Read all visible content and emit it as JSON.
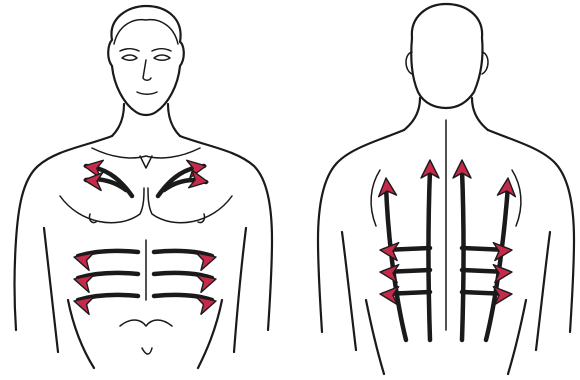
{
  "diagram": {
    "figures": [
      {
        "view": "front",
        "arrow_group": "chest-and-ribs"
      },
      {
        "view": "back",
        "arrow_group": "spine-and-back"
      }
    ],
    "arrow_color": "#c62a4a",
    "line_color": "#1a1a1a",
    "background": "#ffffff",
    "icons": [
      "arrowhead-icon"
    ]
  }
}
